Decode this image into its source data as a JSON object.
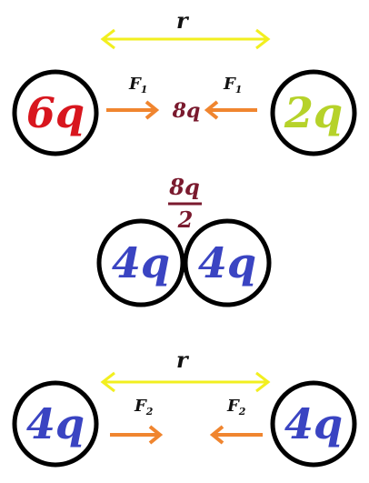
{
  "colors": {
    "yellow": "#f2ef1f",
    "orange": "#f0852f",
    "red": "#d8161e",
    "green": "#b6d22a",
    "blue": "#3a44c2",
    "maroon": "#7a1a2e",
    "circle": "#000000"
  },
  "top": {
    "distance_label": "r",
    "left_charge": "6q",
    "right_charge": "2q",
    "center_charge": "8q",
    "force_left": "F",
    "force_left_sub": "1",
    "force_right": "F",
    "force_right_sub": "1"
  },
  "middle": {
    "numerator": "8q",
    "denominator": "2",
    "left_charge": "4q",
    "right_charge": "4q"
  },
  "bottom": {
    "distance_label": "r",
    "left_charge": "4q",
    "right_charge": "4q",
    "force_left": "F",
    "force_left_sub": "2",
    "force_right": "F",
    "force_right_sub": "2"
  }
}
